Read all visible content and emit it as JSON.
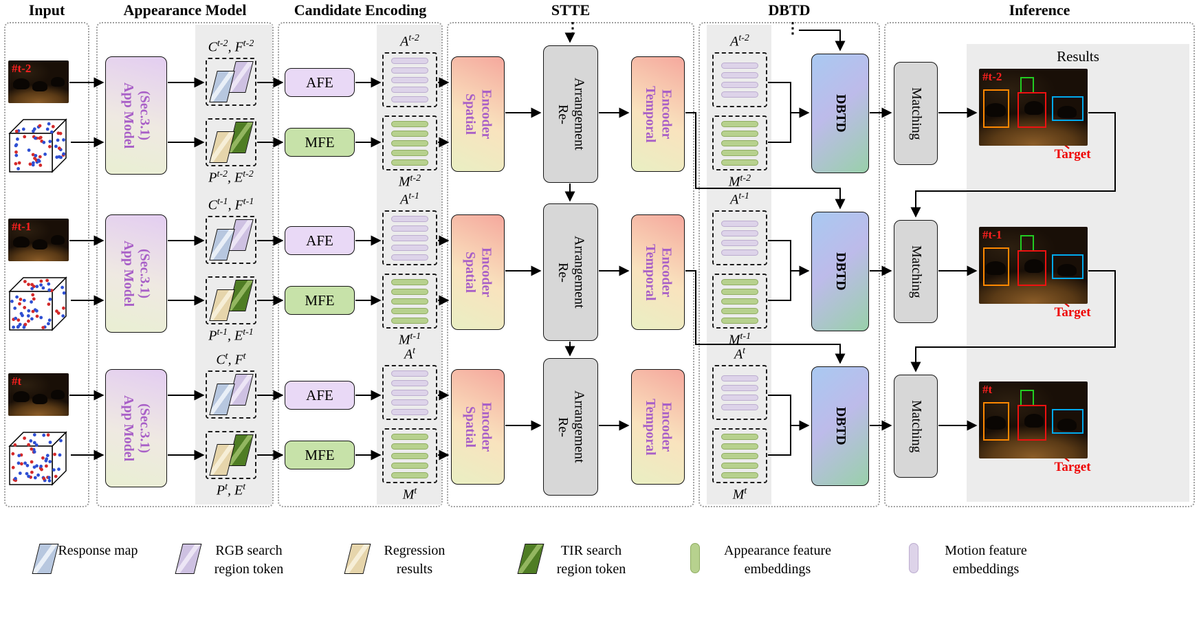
{
  "headers": {
    "input": "Input",
    "appearance_model": "Appearance Model",
    "candidate_encoding": "Candidate Encoding",
    "stte": "STTE",
    "dbtd": "DBTD",
    "inference": "Inference"
  },
  "blocks": {
    "app_model_line1": "App Model",
    "app_model_line2": "(Sec.3.1)",
    "afe": "AFE",
    "mfe": "MFE",
    "spatial_line1": "Spatial",
    "spatial_line2": "Encoder",
    "rearr_line1": "Re-",
    "rearr_line2": "Arrangement",
    "temporal_line1": "Temporal",
    "temporal_line2": "Encoder",
    "dbtd": "DBTD",
    "matching": "Matching",
    "results_title": "Results",
    "target_label": "Target",
    "continuation_dots": "⋮"
  },
  "rows": [
    {
      "frame_label": "#t-2",
      "cf_label": "C^{t-2}, F^{t-2}",
      "pe_label": "P^{t-2}, E^{t-2}",
      "a_label": "A^{t-2}",
      "m_label": "M^{t-2}"
    },
    {
      "frame_label": "#t-1",
      "cf_label": "C^{t-1}, F^{t-1}",
      "pe_label": "P^{t-1}, E^{t-1}",
      "a_label": "A^{t-1}",
      "m_label": "M^{t-1}"
    },
    {
      "frame_label": "#t",
      "cf_label": "C^{t}, F^{t}",
      "pe_label": "P^{t}, E^{t}",
      "a_label": "A^{t}",
      "m_label": "M^{t}"
    }
  ],
  "legend": {
    "items": [
      {
        "icon": "response-map-card",
        "label": "Response map"
      },
      {
        "icon": "rgb-search-token-card",
        "label": "RGB search region token"
      },
      {
        "icon": "regression-results-card",
        "label": "Regression results"
      },
      {
        "icon": "tir-search-token-card",
        "label": "TIR search region token"
      },
      {
        "icon": "appearance-embedding-pill",
        "label": "Appearance feature embeddings"
      },
      {
        "icon": "motion-embedding-pill",
        "label": "Motion feature embeddings"
      }
    ]
  },
  "colors": {
    "accent_purple": "#a85fc7",
    "target_red": "#ee1111",
    "appearance_pill_green": "#b7d18e",
    "motion_pill_lavender": "#ddd3e9",
    "orange_bbox": "#ff8800",
    "green_bbox": "#22cc22",
    "red_bbox": "#ee1111",
    "cyan_bbox": "#00aaee"
  }
}
